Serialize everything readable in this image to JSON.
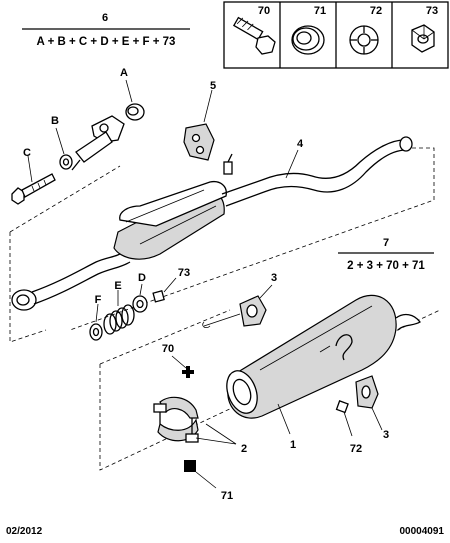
{
  "formula_6": {
    "label": "6",
    "text": "A + B + C + D + E + F + 73"
  },
  "formula_7": {
    "label": "7",
    "text": "2 + 3 + 70 + 71"
  },
  "legend_box": [
    "70",
    "71",
    "72",
    "73"
  ],
  "callouts": {
    "A": "A",
    "B": "B",
    "C": "C",
    "D": "D",
    "E": "E",
    "F": "F",
    "n1": "1",
    "n2": "2",
    "n3a": "3",
    "n3b": "3",
    "n4": "4",
    "n5": "5",
    "n70": "70",
    "n71": "71",
    "n72": "72",
    "n73": "73"
  },
  "footer": {
    "date": "02/2012",
    "ref": "00004091"
  }
}
